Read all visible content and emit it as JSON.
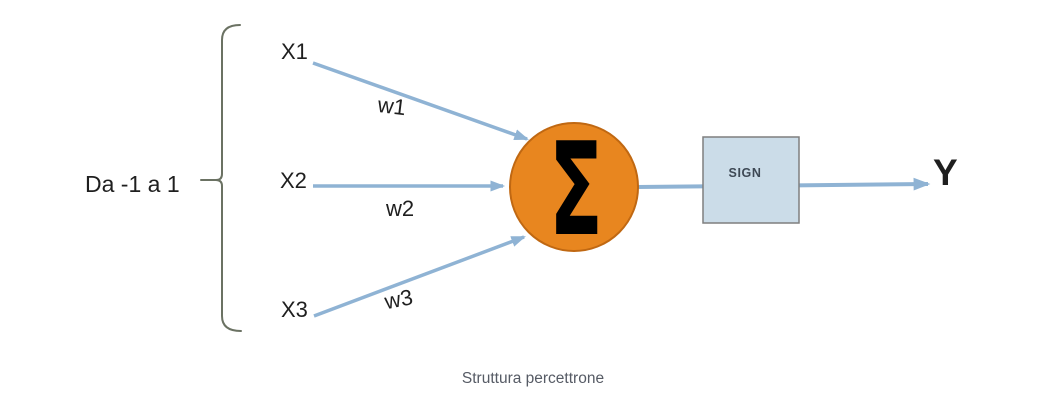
{
  "diagram": {
    "caption": "Struttura percettrone",
    "range_label": "Da -1 a 1",
    "inputs": [
      {
        "label": "X1",
        "weight": "w1"
      },
      {
        "label": "X2",
        "weight": "w2"
      },
      {
        "label": "X3",
        "weight": "w3"
      }
    ],
    "summation_symbol": "Σ",
    "activation_label": "SIGN",
    "output_label": "Y"
  },
  "colors": {
    "arrow": "#8FB3D4",
    "circle_fill": "#E8861F",
    "circle_stroke": "#C06812",
    "box_fill": "#CBDCE8",
    "box_stroke": "#7F7F7F",
    "brace": "#6B7263",
    "label_text": "#1F1F1F",
    "sign_text": "#3E4955",
    "caption_text": "#565B65"
  }
}
